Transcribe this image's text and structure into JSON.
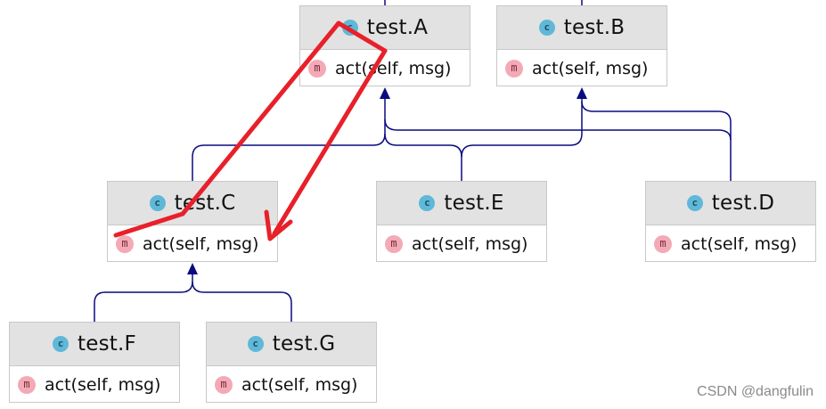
{
  "classes": {
    "A": {
      "name": "test.A",
      "method": "act(self, msg)",
      "class_icon": "c",
      "method_icon": "m"
    },
    "B": {
      "name": "test.B",
      "method": "act(self, msg)",
      "class_icon": "c",
      "method_icon": "m"
    },
    "C": {
      "name": "test.C",
      "method": "act(self, msg)",
      "class_icon": "c",
      "method_icon": "m"
    },
    "E": {
      "name": "test.E",
      "method": "act(self, msg)",
      "class_icon": "c",
      "method_icon": "m"
    },
    "D": {
      "name": "test.D",
      "method": "act(self, msg)",
      "class_icon": "c",
      "method_icon": "m"
    },
    "F": {
      "name": "test.F",
      "method": "act(self, msg)",
      "class_icon": "c",
      "method_icon": "m"
    },
    "G": {
      "name": "test.G",
      "method": "act(self, msg)",
      "class_icon": "c",
      "method_icon": "m"
    }
  },
  "inheritance": [
    {
      "child": "C",
      "parent": "A"
    },
    {
      "child": "E",
      "parent": "A"
    },
    {
      "child": "E",
      "parent": "B"
    },
    {
      "child": "D",
      "parent": "A"
    },
    {
      "child": "D",
      "parent": "B"
    },
    {
      "child": "F",
      "parent": "C"
    },
    {
      "child": "G",
      "parent": "C"
    }
  ],
  "colors": {
    "edge": "#0a0a80",
    "annotation": "#e8202a",
    "class_header": "#e2e2e2",
    "class_icon": "#5fb8d8",
    "method_icon": "#f3aab6"
  },
  "watermark": "CSDN @dangfulin"
}
